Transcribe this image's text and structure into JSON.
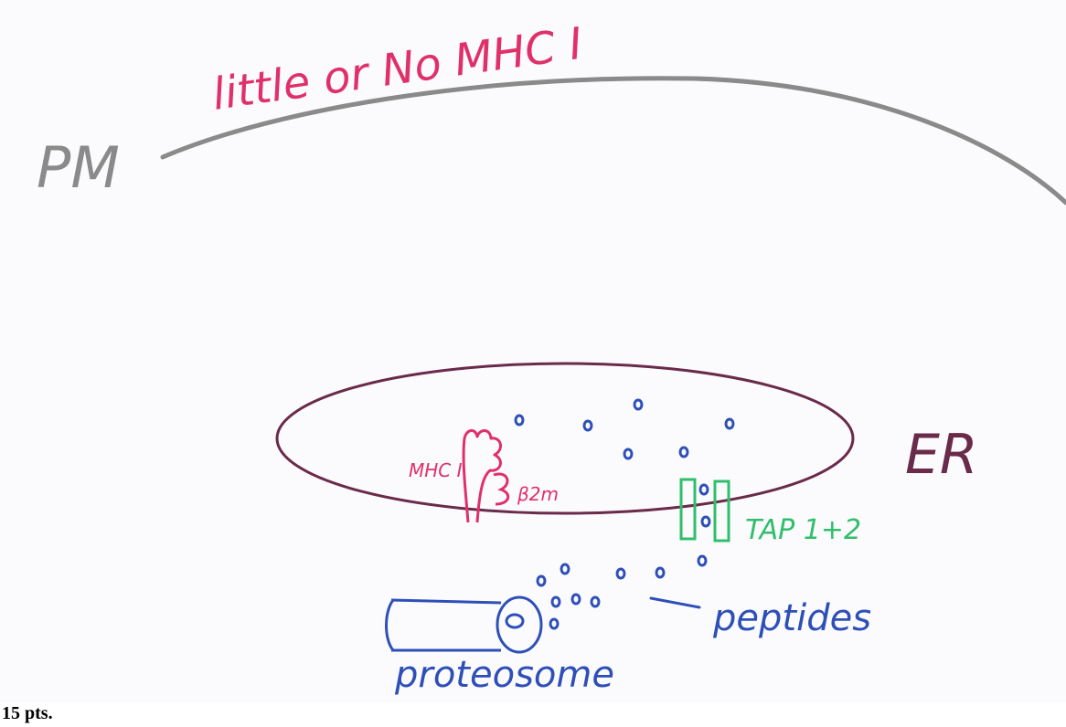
{
  "labels": {
    "plasma_membrane": "PM",
    "membrane_note": "little or No MHC I",
    "er": "ER",
    "mhc": "MHC I",
    "b2m": "β2m",
    "tap": "TAP 1+2",
    "peptides": "peptides",
    "proteasome": "proteosome"
  },
  "footer": {
    "points": "15 pts."
  },
  "colors": {
    "pencil": "#8a8a8a",
    "red_ink": "#e0306a",
    "er_ink": "#6a2a4a",
    "blue_ink": "#2e4fb8",
    "green_ink": "#2fbf6a",
    "paper": "#fbfbfd"
  }
}
